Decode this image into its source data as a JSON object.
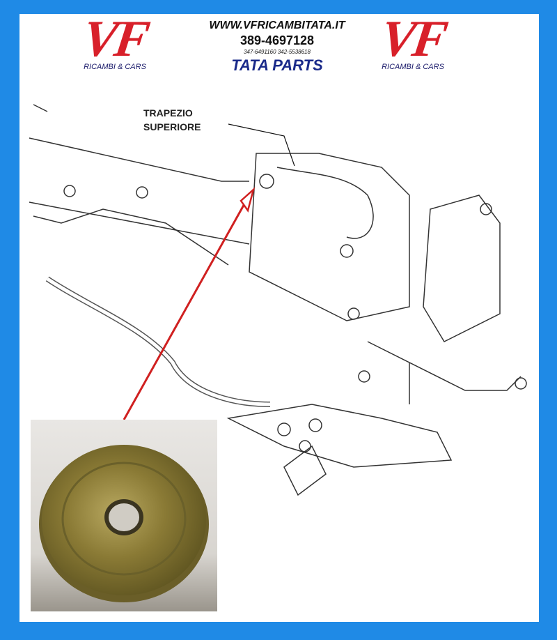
{
  "logos": [
    {
      "text": "VF",
      "subtitle": "RICAMBI & CARS"
    },
    {
      "text": "VF",
      "subtitle": "RICAMBI & CARS"
    }
  ],
  "header": {
    "url": "WWW.VFRICAMBITATA.IT",
    "phone": "389-4697128",
    "phones_secondary": "347-6491160   342-5538618",
    "brand": "TATA PARTS"
  },
  "diagram": {
    "label_line1": "TRAPEZIO",
    "label_line2": "SUPERIORE"
  },
  "colors": {
    "frame": "#1f8ae6",
    "logo_red": "#d8202a",
    "brand_blue": "#1a2a8a",
    "arrow": "#d02020"
  }
}
